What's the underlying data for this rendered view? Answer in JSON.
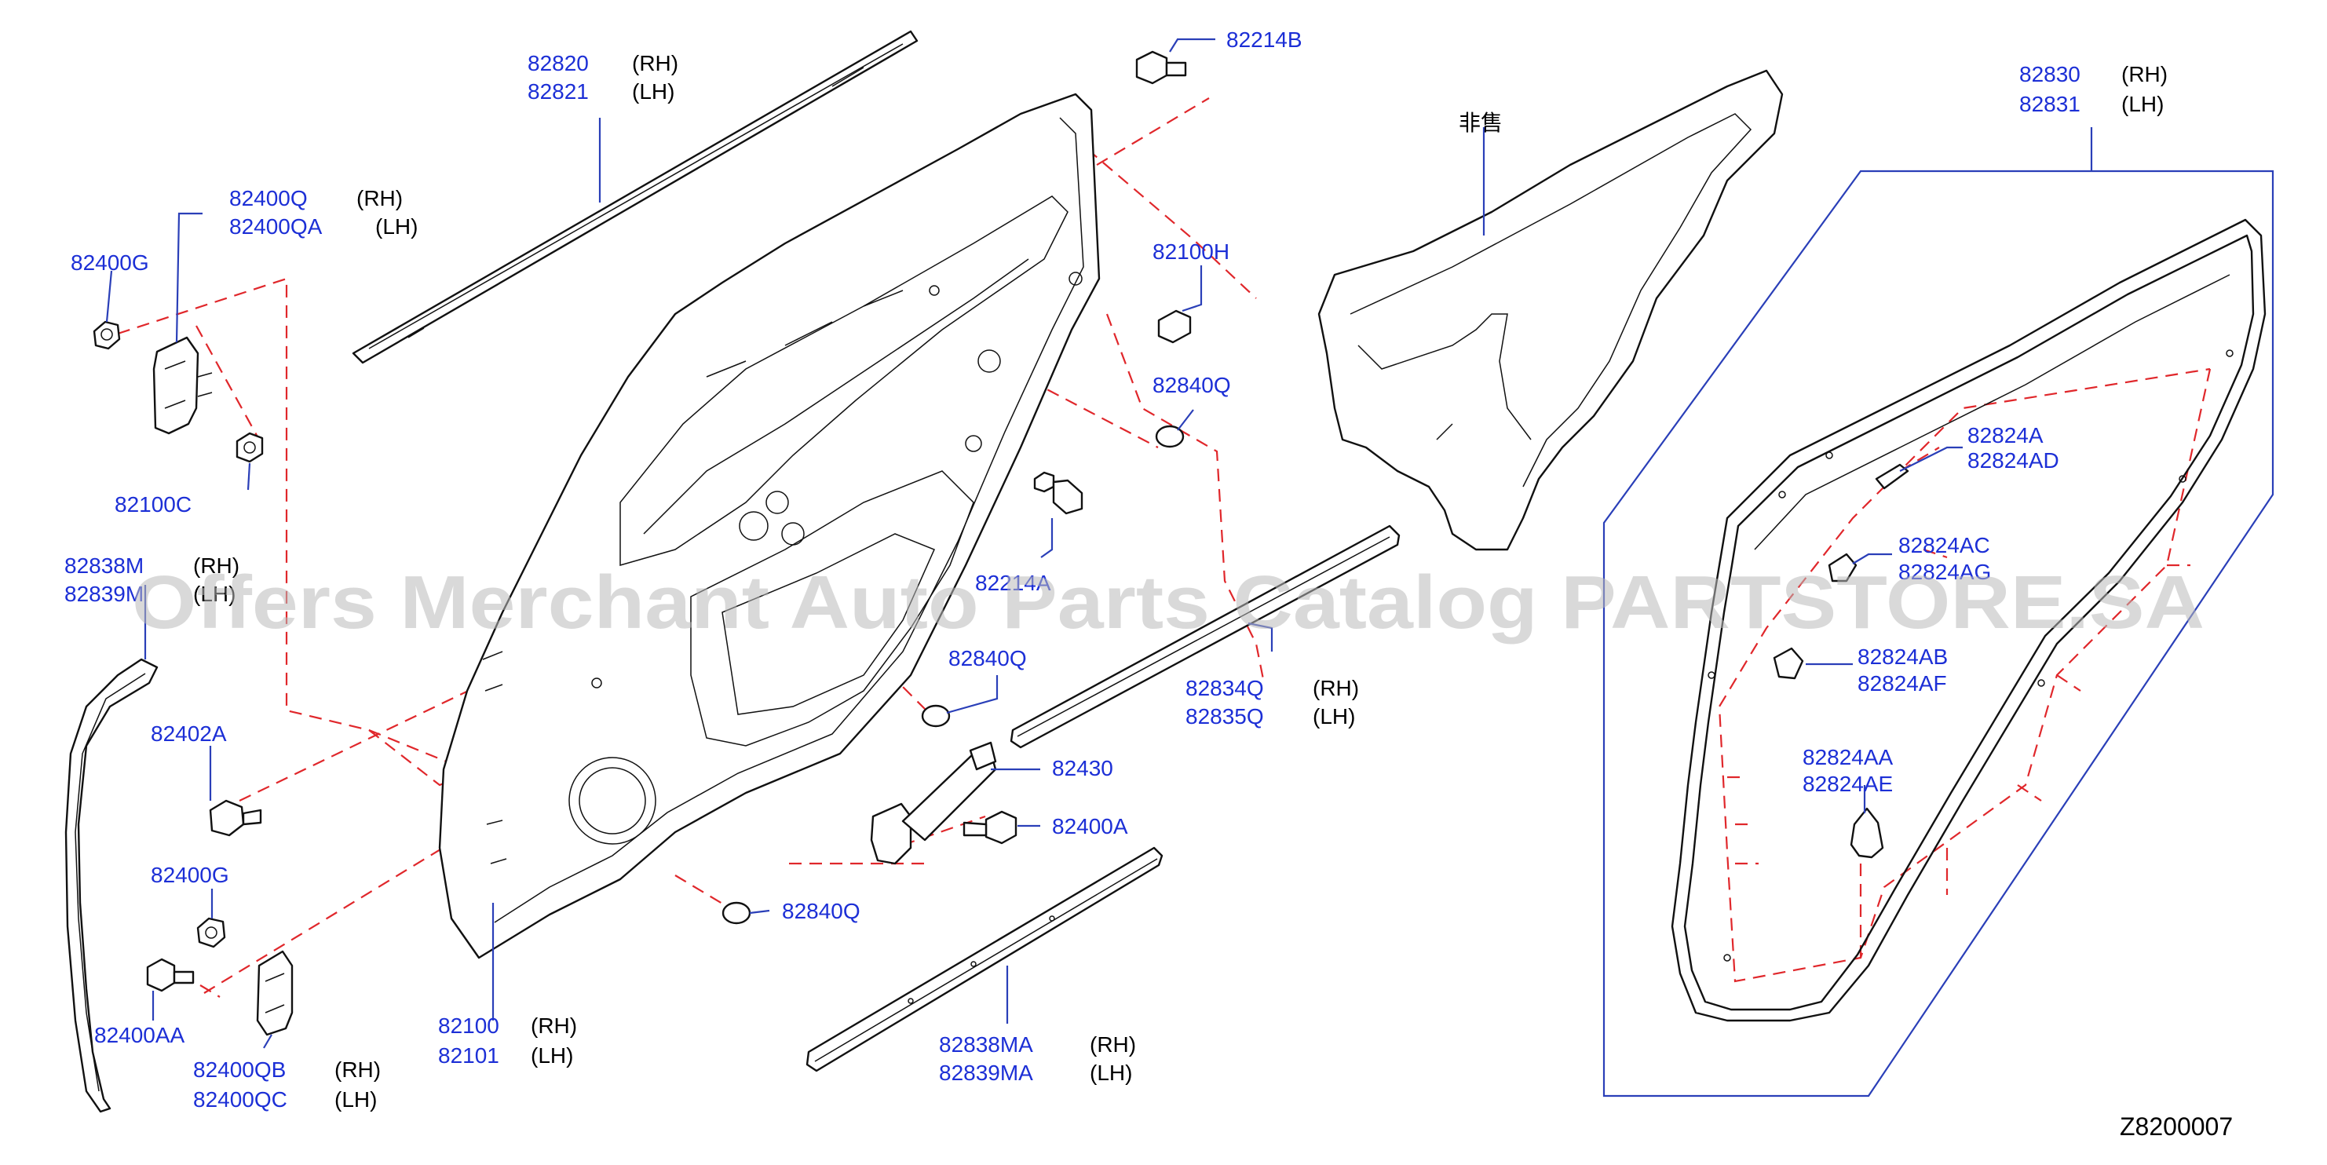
{
  "diagram": {
    "reference_code": "Z8200007",
    "watermark": "Offers Merchant Auto Parts Catalog PARTSTORE.SA",
    "not_for_sale": "非售",
    "colors": {
      "part_number": "#1c2fd6",
      "leader": "#2a3fb8",
      "dash": "#e0272b",
      "outline": "#111111"
    },
    "callouts": [
      {
        "id": "82820",
        "lines": [
          {
            "num": "82820",
            "side": "(RH)"
          },
          {
            "num": "82821",
            "side": "(LH)"
          }
        ]
      },
      {
        "id": "82214B",
        "lines": [
          {
            "num": "82214B",
            "side": ""
          }
        ]
      },
      {
        "id": "82400Q",
        "lines": [
          {
            "num": "82400Q",
            "side": "(RH)"
          },
          {
            "num": "82400QA",
            "side": "(LH)"
          }
        ]
      },
      {
        "id": "82400G-top",
        "lines": [
          {
            "num": "82400G",
            "side": ""
          }
        ]
      },
      {
        "id": "82100C",
        "lines": [
          {
            "num": "82100C",
            "side": ""
          }
        ]
      },
      {
        "id": "82100H",
        "lines": [
          {
            "num": "82100H",
            "side": ""
          }
        ]
      },
      {
        "id": "82840Q-a",
        "lines": [
          {
            "num": "82840Q",
            "side": ""
          }
        ]
      },
      {
        "id": "82214A",
        "lines": [
          {
            "num": "82214A",
            "side": ""
          }
        ]
      },
      {
        "id": "82838M",
        "lines": [
          {
            "num": "82838M",
            "side": "(RH)"
          },
          {
            "num": "82839M",
            "side": "(LH)"
          }
        ]
      },
      {
        "id": "82840Q-b",
        "lines": [
          {
            "num": "82840Q",
            "side": ""
          }
        ]
      },
      {
        "id": "82834Q",
        "lines": [
          {
            "num": "82834Q",
            "side": "(RH)"
          },
          {
            "num": "82835Q",
            "side": "(LH)"
          }
        ]
      },
      {
        "id": "82402A",
        "lines": [
          {
            "num": "82402A",
            "side": ""
          }
        ]
      },
      {
        "id": "82430",
        "lines": [
          {
            "num": "82430",
            "side": ""
          }
        ]
      },
      {
        "id": "82400A",
        "lines": [
          {
            "num": "82400A",
            "side": ""
          }
        ]
      },
      {
        "id": "82400G-bottom",
        "lines": [
          {
            "num": "82400G",
            "side": ""
          }
        ]
      },
      {
        "id": "82840Q-c",
        "lines": [
          {
            "num": "82840Q",
            "side": ""
          }
        ]
      },
      {
        "id": "82400AA",
        "lines": [
          {
            "num": "82400AA",
            "side": ""
          }
        ]
      },
      {
        "id": "82100",
        "lines": [
          {
            "num": "82100",
            "side": "(RH)"
          },
          {
            "num": "82101",
            "side": "(LH)"
          }
        ]
      },
      {
        "id": "82400QB",
        "lines": [
          {
            "num": "82400QB",
            "side": "(RH)"
          },
          {
            "num": "82400QC",
            "side": "(LH)"
          }
        ]
      },
      {
        "id": "82838MA",
        "lines": [
          {
            "num": "82838MA",
            "side": "(RH)"
          },
          {
            "num": "82839MA",
            "side": "(LH)"
          }
        ]
      },
      {
        "id": "82830",
        "lines": [
          {
            "num": "82830",
            "side": "(RH)"
          },
          {
            "num": "82831",
            "side": "(LH)"
          }
        ]
      },
      {
        "id": "82824A",
        "lines": [
          {
            "num": "82824A",
            "side": ""
          },
          {
            "num": "82824AD",
            "side": ""
          }
        ]
      },
      {
        "id": "82824AC",
        "lines": [
          {
            "num": "82824AC",
            "side": ""
          },
          {
            "num": "82824AG",
            "side": ""
          }
        ]
      },
      {
        "id": "82824AB",
        "lines": [
          {
            "num": "82824AB",
            "side": ""
          },
          {
            "num": "82824AF",
            "side": ""
          }
        ]
      },
      {
        "id": "82824AA",
        "lines": [
          {
            "num": "82824AA",
            "side": ""
          },
          {
            "num": "82824AE",
            "side": ""
          }
        ]
      }
    ]
  }
}
